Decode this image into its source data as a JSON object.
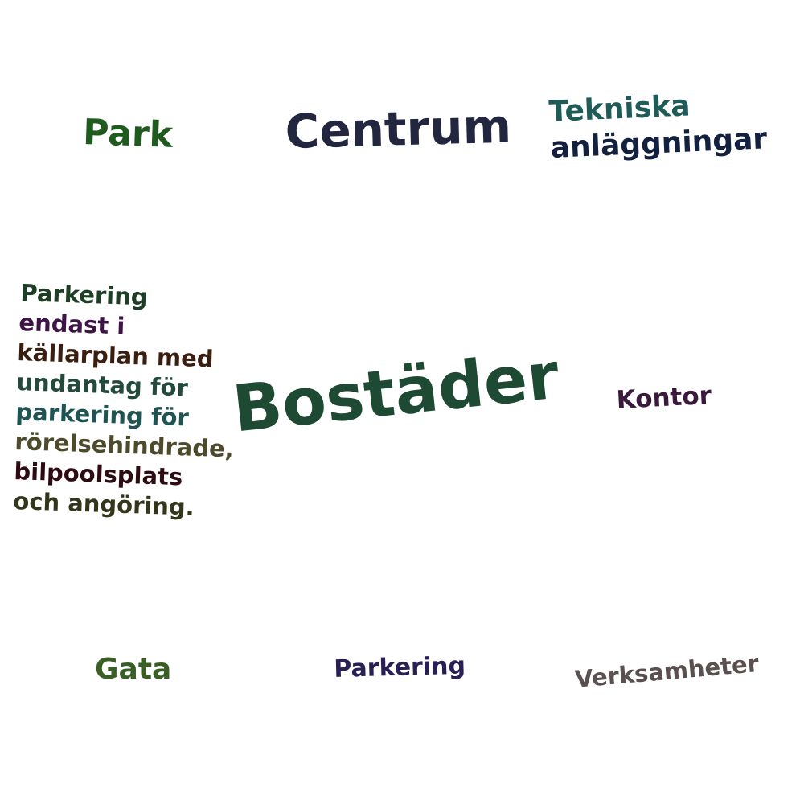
{
  "words": {
    "park": {
      "text": "Park",
      "color": "#1f5a1f"
    },
    "centrum": {
      "text": "Centrum",
      "color": "#22263f"
    },
    "tekniska": {
      "text": "Tekniska",
      "color": "#1f5c57"
    },
    "anlaggningar": {
      "text": "anläggningar",
      "color": "#14203f"
    },
    "bostader": {
      "text": "Bostäder",
      "color": "#1e4a34"
    },
    "kontor": {
      "text": "Kontor",
      "color": "#3a1a3a"
    },
    "gata": {
      "text": "Gata",
      "color": "#3a5f24"
    },
    "parkering": {
      "text": "Parkering",
      "color": "#2a1f55"
    },
    "verksamheter": {
      "text": "Verksamheter",
      "color": "#5a5050"
    }
  },
  "parking_note": {
    "lines": [
      {
        "text": "Parkering",
        "color": "#1e3f26"
      },
      {
        "text": "endast i",
        "color": "#3d1445"
      },
      {
        "text": "källarplan med",
        "color": "#3a1f10"
      },
      {
        "text": "undantag för",
        "color": "#244a3c"
      },
      {
        "text": "parkering för",
        "color": "#1e5552"
      },
      {
        "text": "rörelsehindrade,",
        "color": "#4e4a2c"
      },
      {
        "text": "bilpoolsplats",
        "color": "#2e0a12"
      },
      {
        "text": "och angöring.",
        "color": "#34361c"
      }
    ]
  }
}
